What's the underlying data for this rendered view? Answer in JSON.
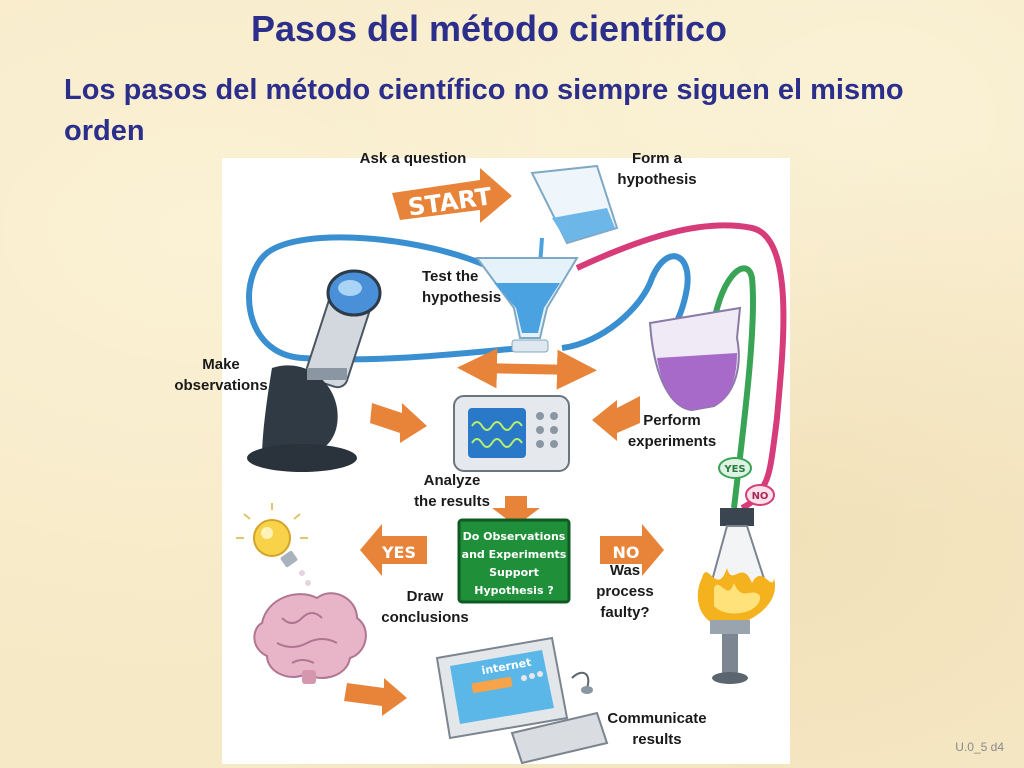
{
  "slide": {
    "title": "Pasos del método científico",
    "subtitle": "Los pasos del método científico no siempre siguen el mismo orden",
    "footer": "U.0_5 d4"
  },
  "diagram": {
    "steps": {
      "ask": "Ask a question",
      "hypothesis_line1": "Form a",
      "hypothesis_line2": "hypothesis",
      "test_line1": "Test the",
      "test_line2": "hypothesis",
      "observe_line1": "Make",
      "observe_line2": "observations",
      "experiments_line1": "Perform",
      "experiments_line2": "experiments",
      "analyze_line1": "Analyze",
      "analyze_line2": "the results",
      "conclusions_line1": "Draw",
      "conclusions_line2": "conclusions",
      "faulty_line1": "Was",
      "faulty_line2": "process",
      "faulty_line3": "faulty?",
      "communicate_line1": "Communicate",
      "communicate_line2": "results"
    },
    "arrow_labels": {
      "start": "START",
      "yes_left": "YES",
      "no_right": "NO",
      "yes_tag": "YES",
      "no_tag": "NO"
    },
    "board_text": {
      "line1": "Do Observations",
      "line2": "and Experiments",
      "line3": "Support",
      "line4": "Hypothesis ?"
    },
    "screen_text": "internet",
    "colors": {
      "title": "#2c2e8c",
      "arrow_orange": "#e8843a",
      "tube_blue": "#3a8fd0",
      "tube_pink": "#d63c7a",
      "tube_green": "#3aa456",
      "board_green": "#1f8f3a"
    }
  }
}
